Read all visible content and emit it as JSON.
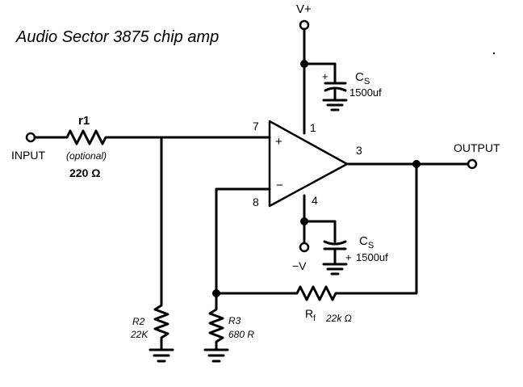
{
  "title": "Audio Sector 3875 chip amp",
  "supply": {
    "positive": "V+",
    "negative": "−V"
  },
  "input": {
    "label": "INPUT"
  },
  "output": {
    "label": "OUTPUT"
  },
  "r1": {
    "name": "r1",
    "note": "(optional)",
    "value": "220 Ω"
  },
  "r2": {
    "name": "R2",
    "value": "22K"
  },
  "r3": {
    "name": "R3",
    "value": "680 R"
  },
  "rf": {
    "name": "R",
    "sub": "f",
    "value": "22k Ω"
  },
  "cs_top": {
    "name": "C",
    "sub": "S",
    "value": "1500uf",
    "plus": "+"
  },
  "cs_bottom": {
    "name": "C",
    "sub": "S",
    "value": "1500uf",
    "plus": "+"
  },
  "opamp": {
    "plus_sign": "+",
    "minus_sign": "−",
    "pins": {
      "p1": "1",
      "p3": "3",
      "p4": "4",
      "p7": "7",
      "p8": "8"
    }
  }
}
